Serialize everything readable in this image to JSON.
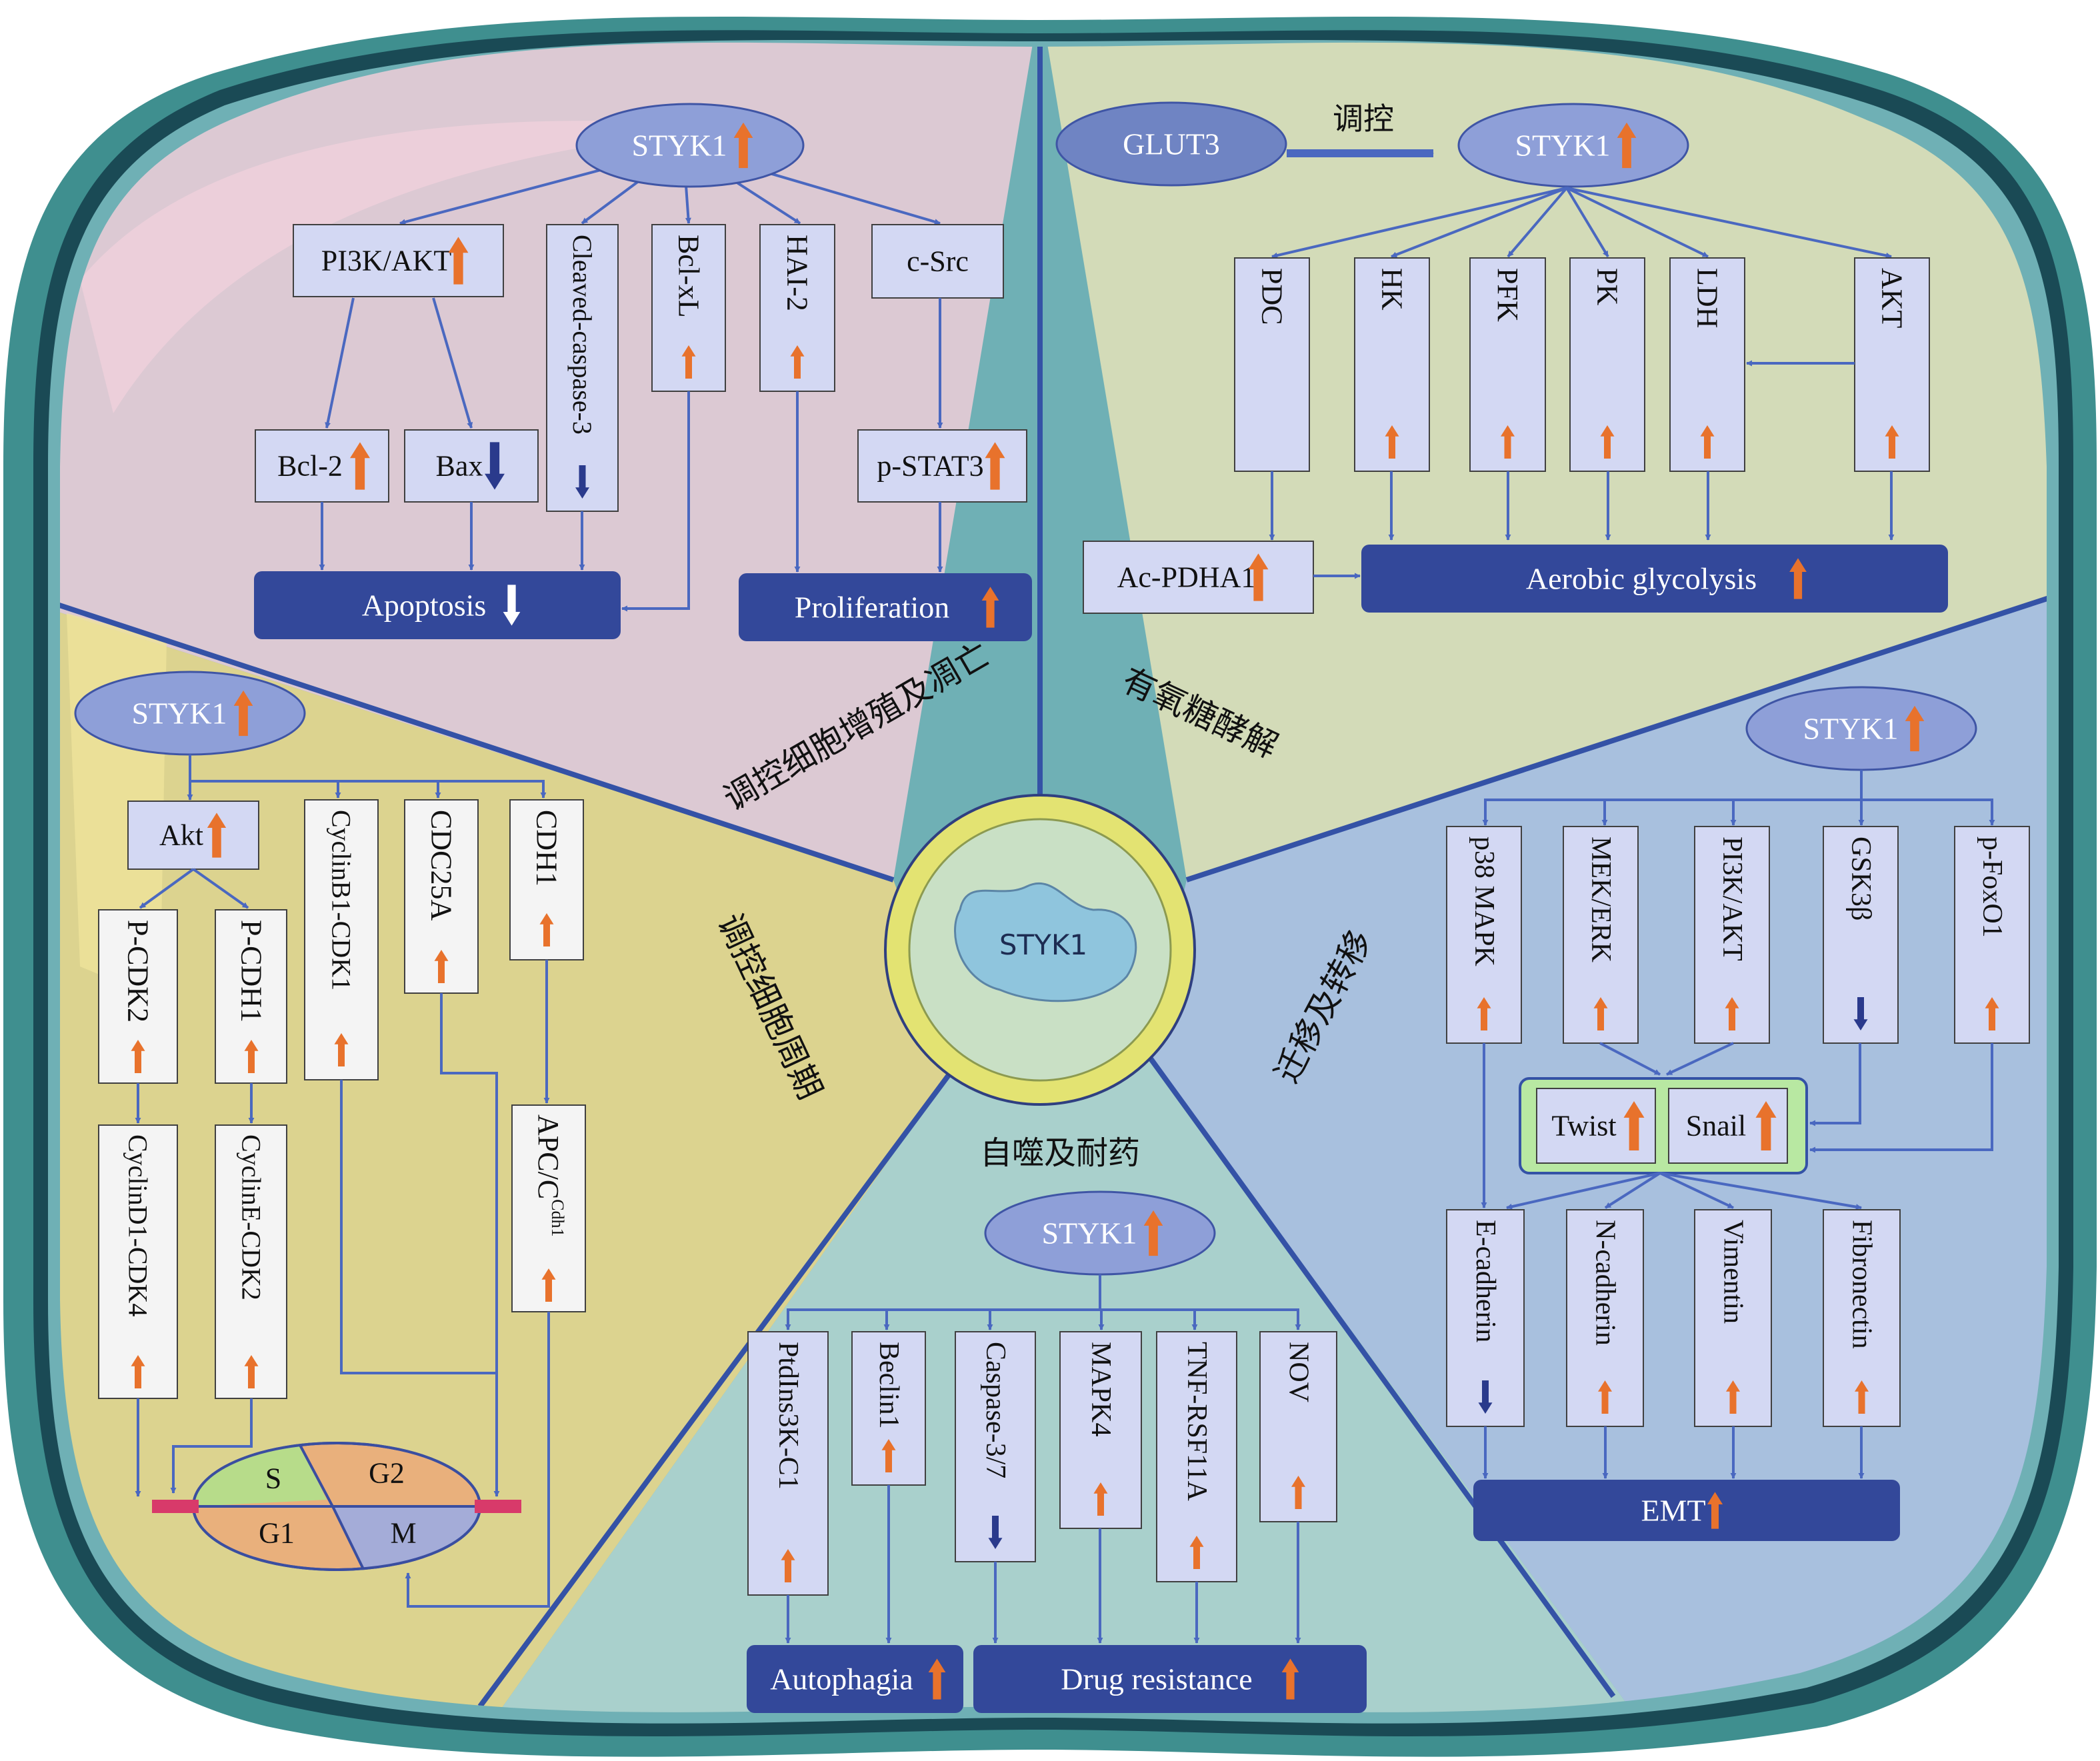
{
  "center_label": "STYK1",
  "sections": {
    "apoptosis": {
      "heading": "调控细胞增殖及凋亡",
      "root": "STYK1",
      "nodes": {
        "pi3k": "PI3K/AKT",
        "cleaved": "Cleaved-caspase-3",
        "bclxl": "Bcl-xL",
        "hai2": "HAI-2",
        "csrc": "c-Src",
        "bcl2": "Bcl-2",
        "bax": "Bax",
        "pstat3": "p-STAT3"
      },
      "outcomes": {
        "apoptosis": "Apoptosis",
        "proliferation": "Proliferation"
      }
    },
    "glycolysis": {
      "heading": "有氧糖酵解",
      "glut3": "GLUT3",
      "regulates": "调控",
      "root": "STYK1",
      "nodes": {
        "pdc": "PDC",
        "hk": "HK",
        "pfk": "PFK",
        "pk": "PK",
        "ldh": "LDH",
        "akt": "AKT",
        "acpdha1": "Ac-PDHA1"
      },
      "outcome": "Aerobic glycolysis"
    },
    "cellcycle": {
      "heading": "调控细胞周期",
      "root": "STYK1",
      "nodes": {
        "akt": "Akt",
        "pcdk2": "P-CDK2",
        "pcdh1": "P-CDH1",
        "cyclinb1": "CyclinB1-CDK1",
        "cdc25a": "CDC25A",
        "cdh1": "CDH1",
        "cyclind1": "CyclinD1-CDK4",
        "cycline": "CyclinE-CDK2",
        "apc_main": "APC/C",
        "apc_sup": "Cdh1"
      },
      "phases": {
        "s": "S",
        "g2": "G2",
        "g1": "G1",
        "m": "M"
      }
    },
    "metastasis": {
      "heading": "迁移及转移",
      "root": "STYK1",
      "nodes": {
        "p38": "p38 MAPK",
        "mek": "MEK/ERK",
        "pi3k": "PI3K/AKT",
        "gsk": "GSK3β",
        "foxo": "p-FoxO1",
        "twist": "Twist",
        "snail": "Snail",
        "ecad": "E-cadherin",
        "ncad": "N-cadherin",
        "vim": "Vimentin",
        "fib": "Fibronectin"
      },
      "outcome": "EMT"
    },
    "autophagy": {
      "heading": "自噬及耐药",
      "root": "STYK1",
      "nodes": {
        "ptd": "PtdIns3K-C1",
        "beclin": "Beclin1",
        "casp": "Caspase-3/7",
        "mapk4": "MAPK4",
        "tnf": "TNF-RSF11A",
        "nov": "NOV"
      },
      "outcomes": {
        "autophagy": "Autophagia",
        "drug": "Drug resistance"
      }
    }
  },
  "colors": {
    "up_arrow": "#e8722c",
    "down_arrow": "#2a3a8c",
    "outcome_box": "#33489a",
    "node_box": "#d3d8f3",
    "root_ellipse": "#8e9fd8",
    "apoptosis_bg": "#dcc9d3",
    "glycolysis_bg": "#d3dbb8",
    "cellcycle_bg": "#dcd38f",
    "metastasis_bg": "#a8c0de",
    "autophagy_bg": "#a9d0cc",
    "membrane": "#3f8f8f"
  }
}
